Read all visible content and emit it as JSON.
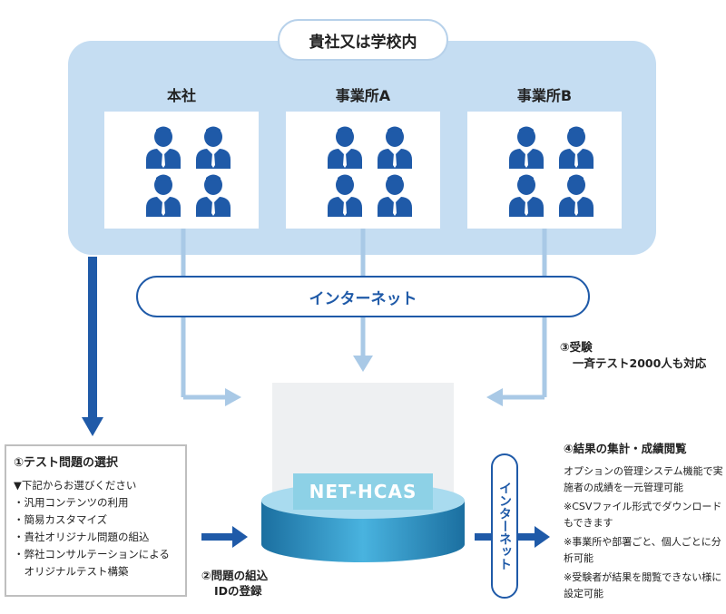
{
  "org": {
    "title": "貴社又は学校内",
    "sites": [
      {
        "label": "本社"
      },
      {
        "label": "事業所A"
      },
      {
        "label": "事業所B"
      }
    ]
  },
  "internet_label": "インターネット",
  "server_label": "NET-HCAS",
  "step1": {
    "title": "①テスト問題の選択",
    "subtitle": "▼下記からお選びください",
    "items": [
      "・汎用コンテンツの利用",
      "・簡易カスタマイズ",
      "・貴社オリジナル問題の組込",
      "・弊社コンサルテーションによる",
      "　オリジナルテスト構築"
    ]
  },
  "step2": {
    "line1": "②問題の組込",
    "line2": "IDの登録"
  },
  "step3": {
    "line1": "③受験",
    "line2": "一斉テスト2000人も対応"
  },
  "internet_vertical": "インターネット",
  "step4": {
    "title": "④結果の集計・成績閲覧",
    "paragraphs": [
      "オプションの管理システム機能で実施者の成績を一元管理可能",
      "※CSVファイル形式でダウンロードもできます",
      "※事業所や部署ごと、個人ごとに分析可能",
      "※受験者が結果を閲覧できない様に設定可能"
    ]
  },
  "colors": {
    "primary": "#1f5aa8",
    "light_bg": "#c5ddf2",
    "arrow_light": "#a9c9e6",
    "server": "#8dd1e6"
  }
}
